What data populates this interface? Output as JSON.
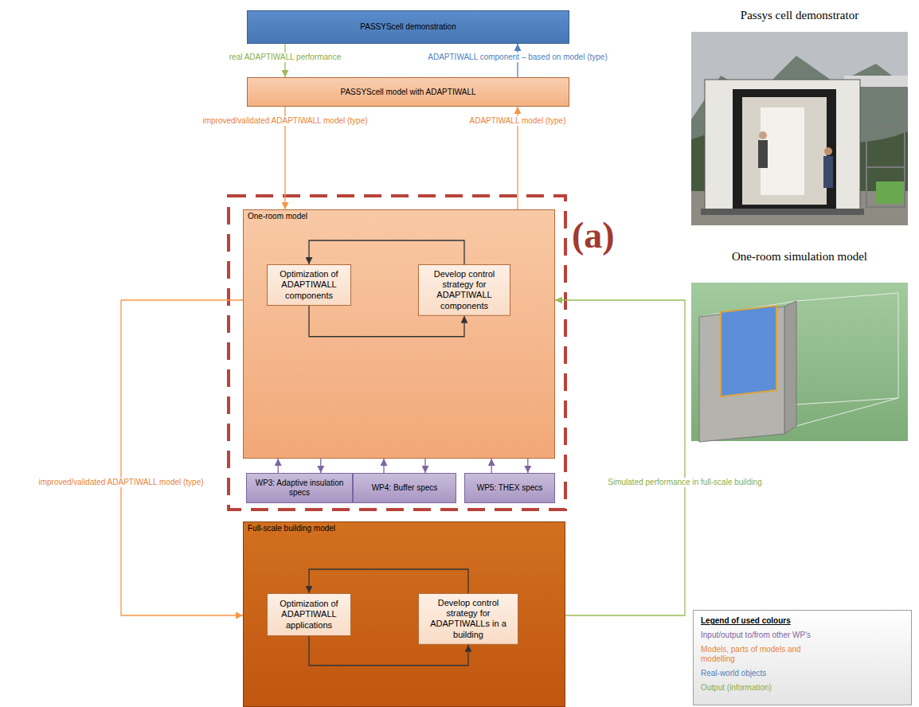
{
  "diagram": {
    "nodes": [
      {
        "text": [
          "PASSYScell demonstration"
        ]
      },
      {
        "text": [
          "PASSYScell model with ADAPTIWALL"
        ]
      },
      {
        "text": [
          "One-room model"
        ]
      },
      {
        "text": [
          "Optimization of ADAPTIWALL components"
        ],
        "in": 2
      },
      {
        "text": [
          "Develop control strategy for ADAPTIWALL components"
        ],
        "in": 2
      },
      {
        "text": [
          "WP3: Adaptive insulation specs"
        ]
      },
      {
        "text": [
          "WP4: Buffer specs"
        ]
      },
      {
        "text": [
          "WP5: THEX specs"
        ]
      },
      {
        "text": [
          "Full-scale building model"
        ]
      },
      {
        "text": [
          "Optimization of ADAPTIWALL applications"
        ],
        "in": 8
      },
      {
        "text": [
          "Develop control strategy for ADAPTIWALLs in a building"
        ],
        "in": 8
      }
    ],
    "edges": [
      {
        "from": 0,
        "to": 1,
        "arrow": "to",
        "label": "real ADAPTIWALL performance"
      },
      {
        "from": 1,
        "to": 0,
        "arrow": "to",
        "label": "ADAPTIWALL component – based on model (type)"
      },
      {
        "from": 1,
        "to": 2,
        "arrow": "to",
        "label": "improved/validated ADAPTIWALL model (type)"
      },
      {
        "from": 2,
        "to": 1,
        "arrow": "to",
        "label": "ADAPTIWALL model (type)"
      },
      {
        "from": 3,
        "to": 4,
        "arrow": "to"
      },
      {
        "from": 4,
        "to": 3,
        "arrow": "to"
      },
      {
        "from": 5,
        "to": 2,
        "arrow": "to"
      },
      {
        "from": 2,
        "to": 5,
        "arrow": "to"
      },
      {
        "from": 6,
        "to": 2,
        "arrow": "to"
      },
      {
        "from": 2,
        "to": 6,
        "arrow": "to"
      },
      {
        "from": 7,
        "to": 2,
        "arrow": "to"
      },
      {
        "from": 2,
        "to": 7,
        "arrow": "to"
      },
      {
        "from": 2,
        "to": 8,
        "arrow": "to",
        "label": "improved/validated ADAPTIWALL model (type)"
      },
      {
        "from": 8,
        "to": 2,
        "arrow": "to",
        "label": "Simulated performance in full-scale building"
      },
      {
        "from": 9,
        "to": 10,
        "arrow": "to"
      },
      {
        "from": 10,
        "to": 9,
        "arrow": "to"
      }
    ],
    "labels": [
      "(a)",
      "Passys cell demonstrator",
      "One-room simulation model",
      "Legend of used colours"
    ],
    "legend": [
      {
        "text": "Input/output to/from other WP's",
        "color": "#8064a2"
      },
      {
        "text": "Models, parts of models and modelling",
        "color": "#e8843a"
      },
      {
        "text": "Real-world objects",
        "color": "#4f81bd"
      },
      {
        "text": "Output (information)",
        "color": "#8aad47"
      }
    ]
  }
}
